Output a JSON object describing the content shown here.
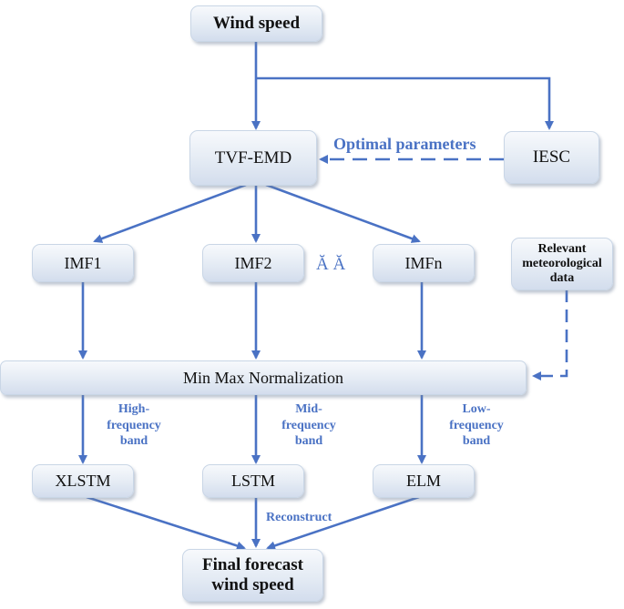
{
  "colors": {
    "arrow": "#4a72c4",
    "label": "#4a72c4",
    "box_fill": "#e4ebf4",
    "box_border": "#c9d6e6"
  },
  "nodes": {
    "wind_speed": "Wind speed",
    "tvf_emd": "TVF-EMD",
    "iesc": "IESC",
    "imf1": "IMF1",
    "imf2": "IMF2",
    "imfn": "IMFn",
    "ellipsis": "Ă Ă",
    "relevant_met": "Relevant meteorological data",
    "normalization": "Min Max Normalization",
    "xlstm": "XLSTM",
    "lstm": "LSTM",
    "elm": "ELM",
    "final_forecast": "Final forecast wind speed"
  },
  "labels": {
    "optimal_parameters": "Optimal parameters",
    "high_freq": [
      "High-",
      "frequency",
      "band"
    ],
    "mid_freq": [
      "Mid-",
      "frequency",
      "band"
    ],
    "low_freq": [
      "Low-",
      "frequency",
      "band"
    ],
    "reconstruct": "Reconstruct"
  }
}
